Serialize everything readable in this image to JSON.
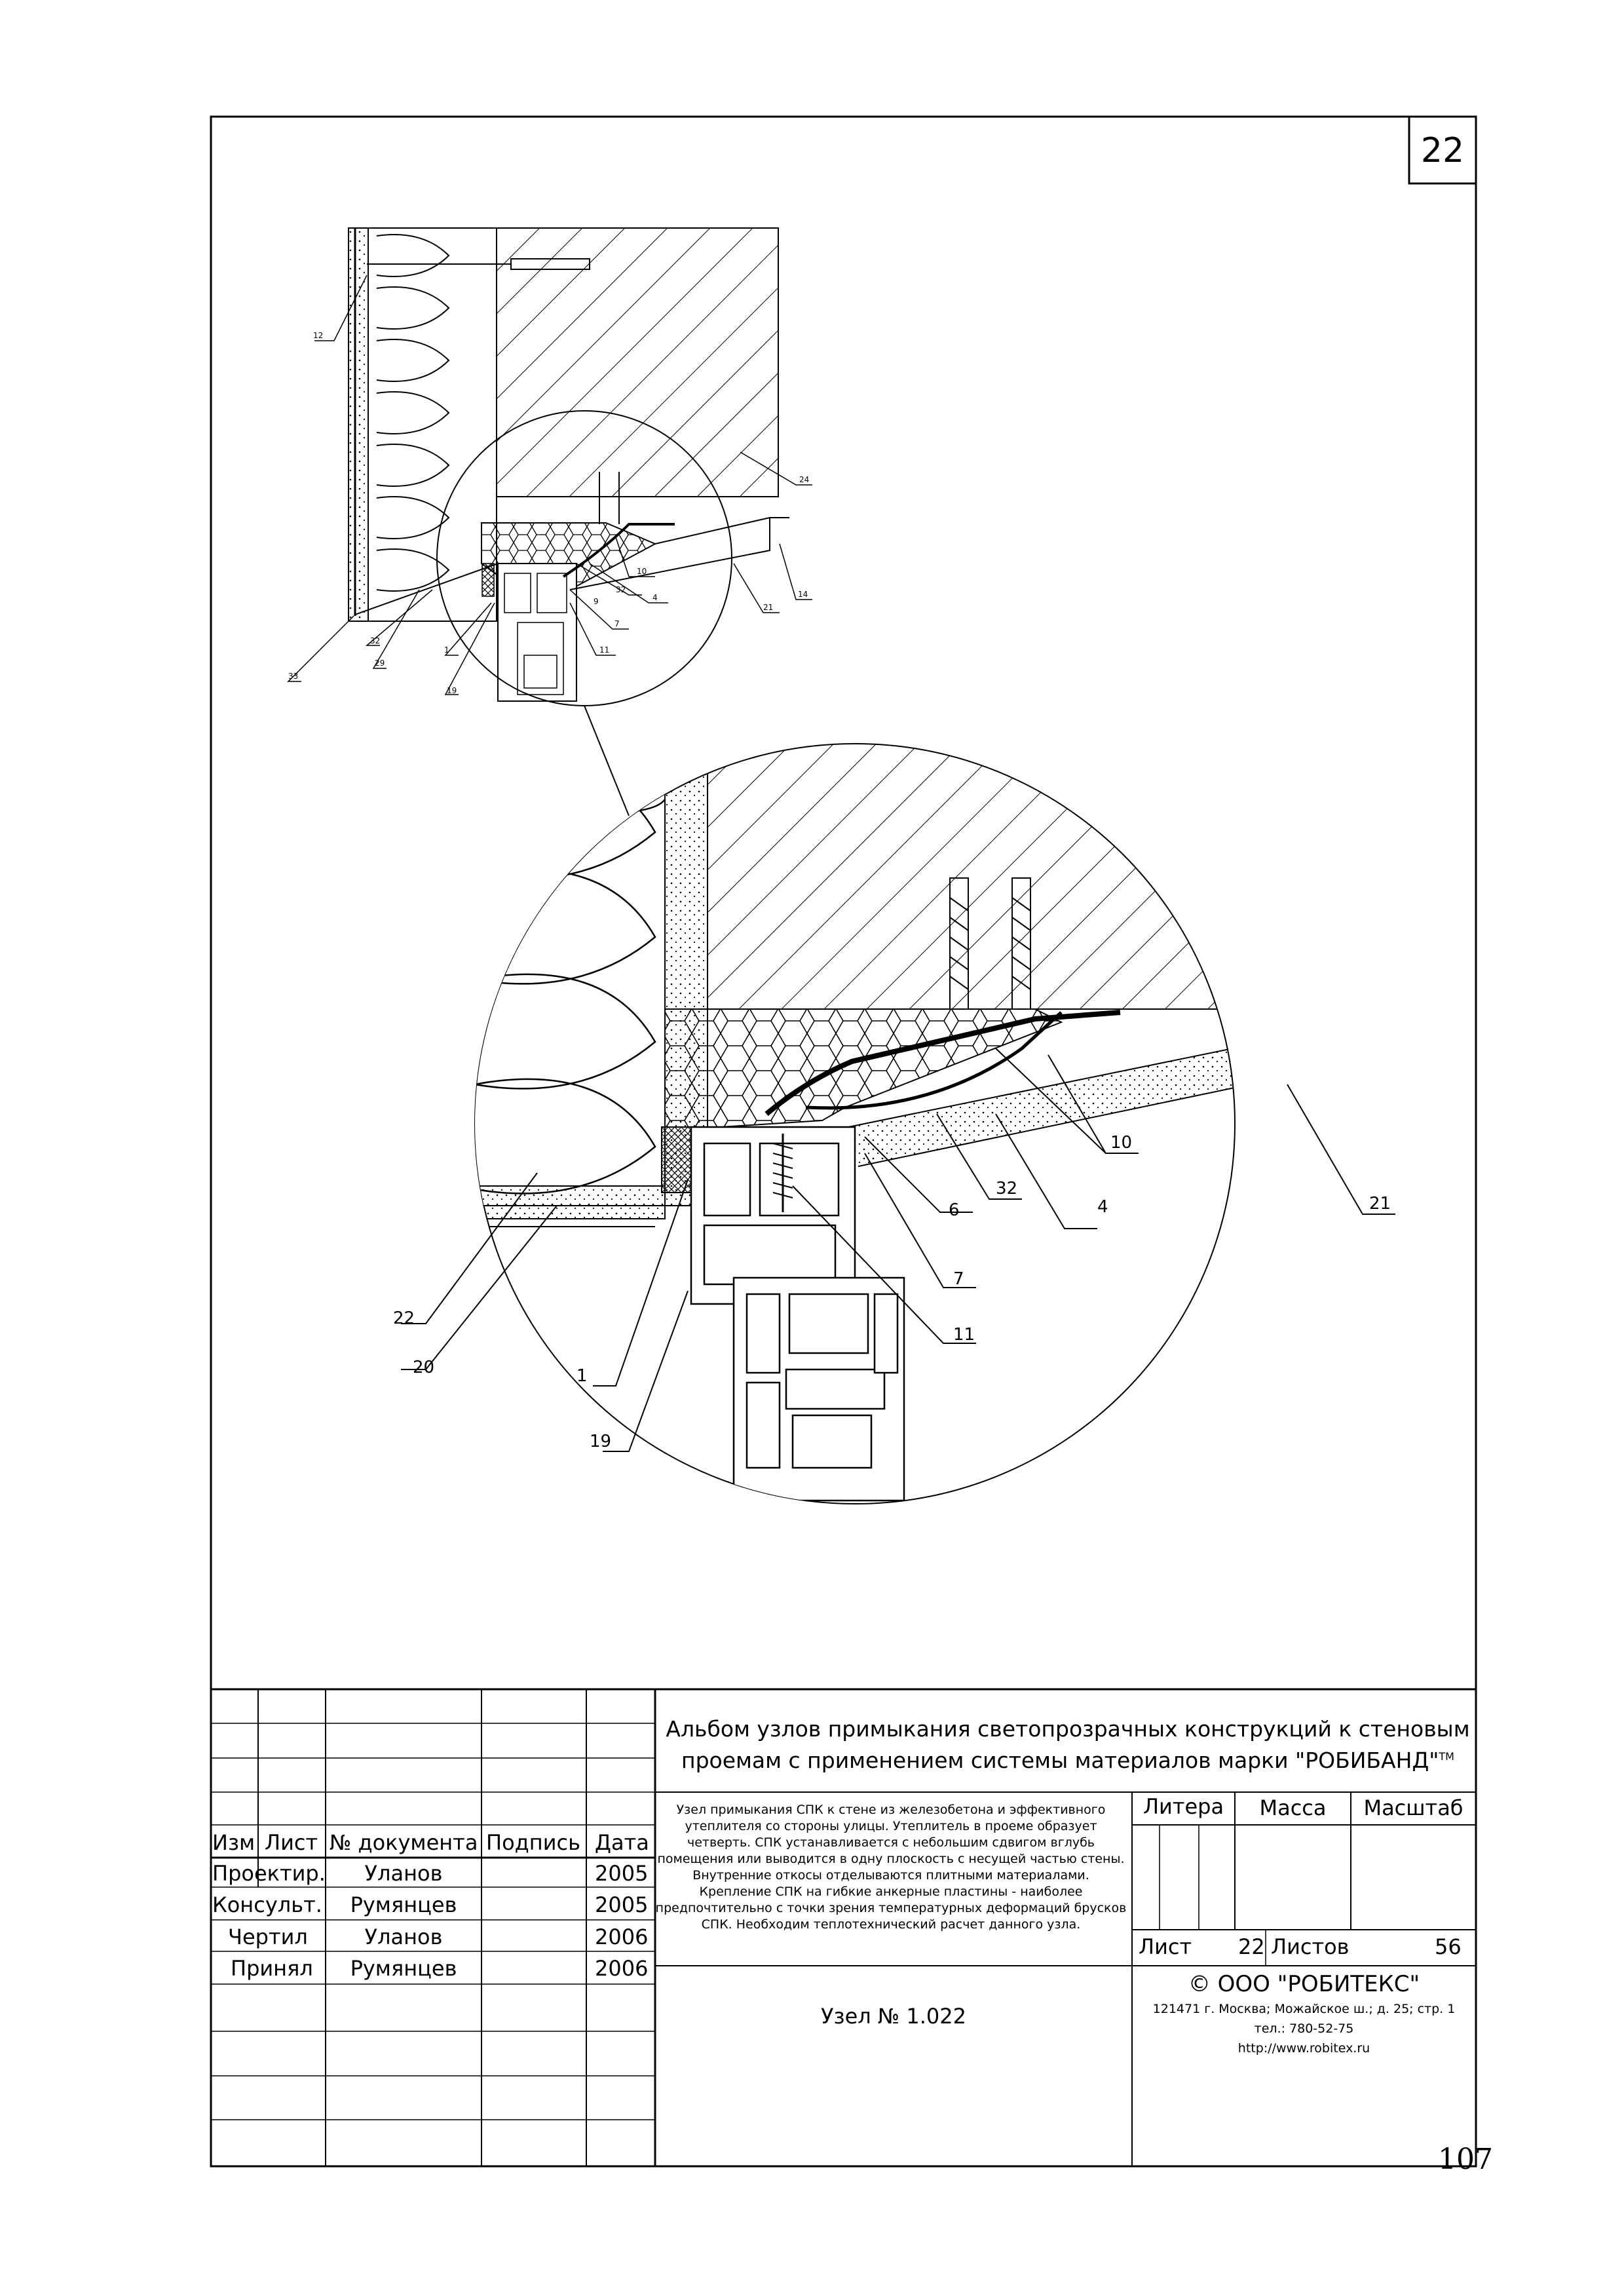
{
  "sheet_badge": "22",
  "page_number": "107",
  "callouts": {
    "c1": "1",
    "c4": "4",
    "c6": "6",
    "c7": "7",
    "c10": "10",
    "c11": "11",
    "c19": "19",
    "c20": "20",
    "c21": "21",
    "c22": "22",
    "c32": "32",
    "s12": "12",
    "s24": "24",
    "s10": "10",
    "s32": "32",
    "s4": "4",
    "s9": "9",
    "s21": "21",
    "s14": "14",
    "s7": "7",
    "s11": "11",
    "s1": "1",
    "s19": "19",
    "s29": "29",
    "s32b": "32",
    "s33": "33"
  },
  "title_block": {
    "headers": {
      "izm": "Изм",
      "list": "Лист",
      "doc": "№ документа",
      "sign": "Подпись",
      "date": "Дата"
    },
    "rows": [
      {
        "role": "Проектир.",
        "name": "Уланов",
        "date": "2005"
      },
      {
        "role": "Консульт.",
        "name": "Румянцев",
        "date": "2005"
      },
      {
        "role": "Чертил",
        "name": "Уланов",
        "date": "2006"
      },
      {
        "role": "Принял",
        "name": "Румянцев",
        "date": "2006"
      }
    ],
    "album_title": "Альбом узлов примыкания светопрозрачных конструкций к стеновым проемам с применением системы материалов марки \"РОБИБАНД\"",
    "trademark": "ТМ",
    "description": "Узел примыкания СПК к стене из железобетона и эффективного утеплителя со стороны улицы. Утеплитель в проеме образует четверть. СПК устанавливается с небольшим сдвигом вглубь помещения или выводится в одну плоскость с несущей частью стены. Внутренние откосы отделываются плитными материалами. Крепление СПК на гибкие анкерные пластины - наиболее предпочтительно с точки зрения температурных деформаций брусков СПК. Необходим теплотехнический расчет данного узла.",
    "litera": "Литера",
    "massa": "Масса",
    "masshtab": "Масштаб",
    "list_label": "Лист",
    "list_value": "22",
    "listov_label": "Листов",
    "listov_value": "56",
    "node": "Узел № 1.022",
    "company": "©   ООО \"РОБИТЕКС\"",
    "address": "121471 г. Москва; Можайское ш.; д. 25; стр. 1",
    "phone": "тел.: 780-52-75",
    "url": "http://www.robitex.ru"
  }
}
